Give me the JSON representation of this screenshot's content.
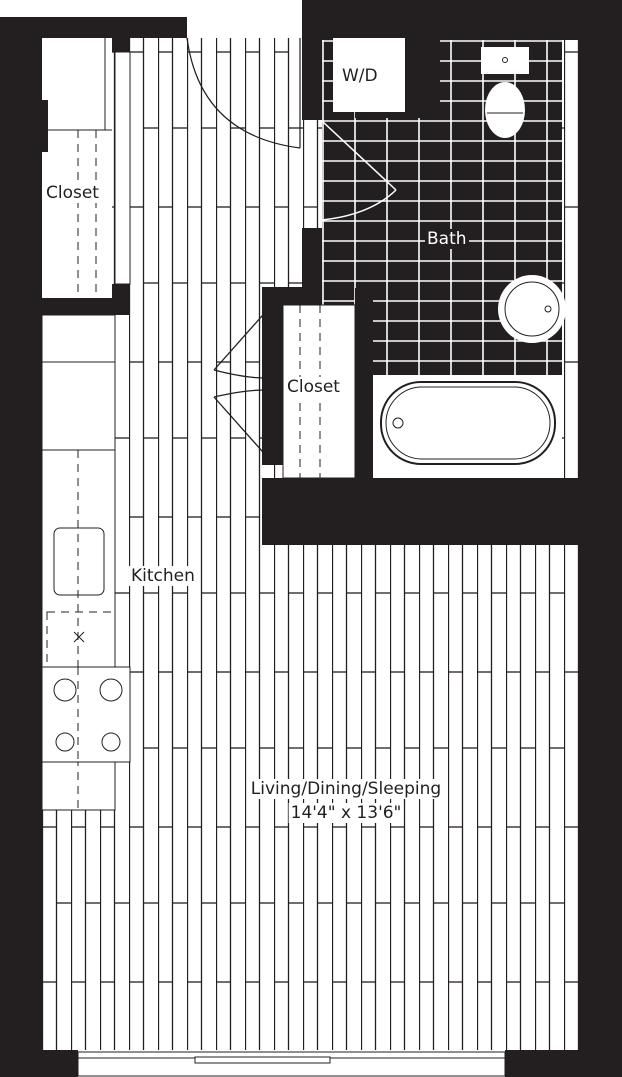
{
  "plan": {
    "rooms": {
      "closet_left": "Closet",
      "wd": "W/D",
      "bath": "Bath",
      "closet_center": "Closet",
      "kitchen": "Kitchen",
      "living": "Living/Dining/Sleeping",
      "living_dims": "14'4\" x 13'6\""
    },
    "colors": {
      "wall": "#231f20",
      "floor": "#ffffff"
    }
  }
}
